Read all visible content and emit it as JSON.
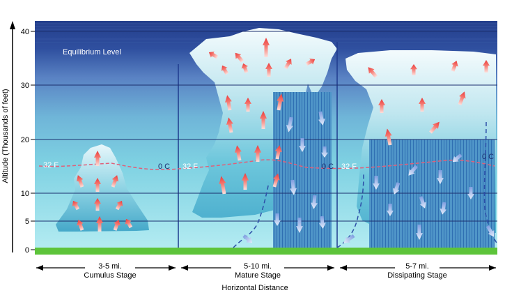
{
  "axis": {
    "title": "Altitude (Thousands of feet)",
    "ticks": [
      "0",
      "5",
      "10",
      "20",
      "30",
      "40"
    ],
    "tick_values": [
      0,
      5,
      10,
      20,
      30,
      40
    ]
  },
  "labels": {
    "equilibrium": "Equilibrium Level",
    "temp_f": "32 F",
    "temp_c": "0 C",
    "horizontal": "Horizontal Distance"
  },
  "stages": [
    {
      "distance": "3-5 mi.",
      "name": "Cumulus Stage"
    },
    {
      "distance": "5-10 mi.",
      "name": "Mature Stage"
    },
    {
      "distance": "5-7 mi.",
      "name": "Dissipating Stage"
    }
  ],
  "colors": {
    "updraft": "#f05a5a",
    "downdraft": "#a9c4ee",
    "ground": "#5dc43a",
    "isotherm": "#e0607a",
    "sky_top": "#2e4f9e",
    "sky_bottom": "#9fe0ee"
  }
}
